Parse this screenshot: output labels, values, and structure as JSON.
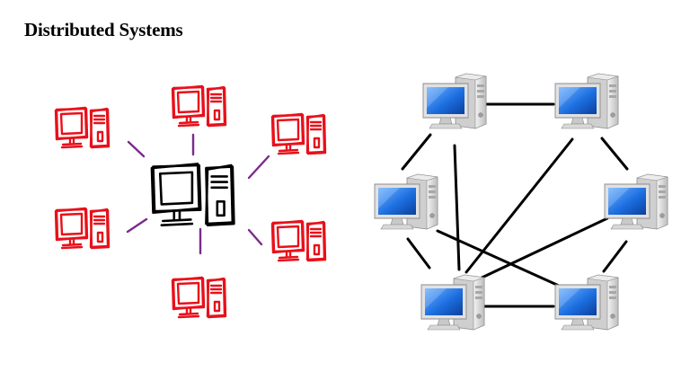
{
  "title": "Distributed Systems",
  "colors": {
    "sketch_node": "#e8101a",
    "sketch_hub": "#000000",
    "sketch_link": "#7b2a8c",
    "mesh_link": "#000000",
    "screen_blue": "#1c6ee0",
    "case_gray": "#d9d9d9"
  },
  "diagrams": [
    {
      "kind": "centralized-star-sketch",
      "hub": "center-computer",
      "nodes": [
        "top",
        "upper-left",
        "upper-right",
        "lower-left",
        "lower-right",
        "bottom"
      ],
      "links": [
        [
          "center-computer",
          "top"
        ],
        [
          "center-computer",
          "upper-left"
        ],
        [
          "center-computer",
          "upper-right"
        ],
        [
          "center-computer",
          "lower-left"
        ],
        [
          "center-computer",
          "lower-right"
        ],
        [
          "center-computer",
          "bottom"
        ]
      ]
    },
    {
      "kind": "distributed-mesh",
      "nodes": [
        "top-left",
        "top-right",
        "middle-left",
        "middle-right",
        "bottom-left",
        "bottom-right"
      ],
      "links": [
        [
          "top-left",
          "top-right"
        ],
        [
          "top-left",
          "middle-left"
        ],
        [
          "top-left",
          "bottom-left"
        ],
        [
          "top-right",
          "middle-right"
        ],
        [
          "top-right",
          "bottom-left"
        ],
        [
          "middle-left",
          "bottom-left"
        ],
        [
          "middle-left",
          "bottom-right"
        ],
        [
          "middle-right",
          "bottom-left"
        ],
        [
          "middle-right",
          "bottom-right"
        ],
        [
          "bottom-left",
          "bottom-right"
        ]
      ]
    }
  ]
}
